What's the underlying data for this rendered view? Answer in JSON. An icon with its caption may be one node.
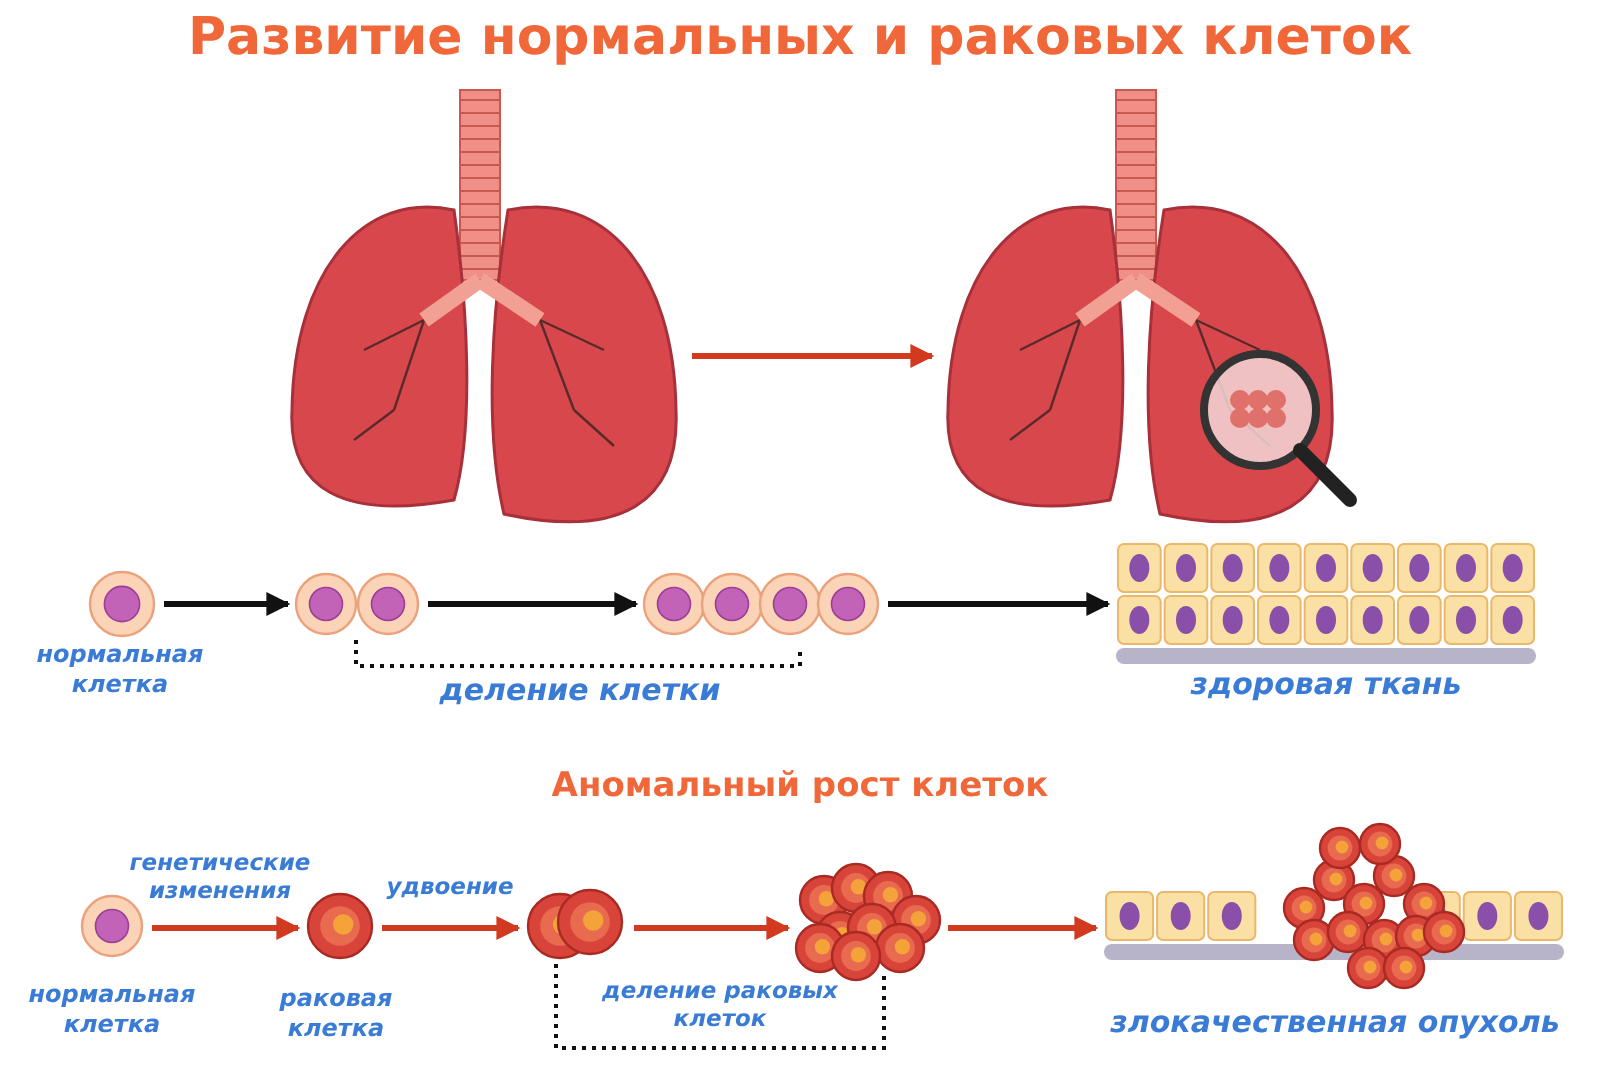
{
  "diagram": {
    "title": "Развитие нормальных и раковых клеток",
    "nodes": [
      {
        "text": [],
        "shape": "picture"
      },
      {
        "text": [],
        "shape": "picture"
      },
      {
        "text": [],
        "shape": "circle",
        "beside": [
          "нормальная клетка"
        ]
      },
      {
        "text": [],
        "shape": "picture"
      },
      {
        "text": [],
        "shape": "picture"
      },
      {
        "text": [],
        "shape": "picture",
        "beside": [
          "здоровая ткань"
        ]
      },
      {
        "text": [],
        "shape": "circle",
        "beside": [
          "нормальная клетка"
        ]
      },
      {
        "text": [],
        "shape": "circle",
        "beside": [
          "раковая клетка"
        ]
      },
      {
        "text": [],
        "shape": "picture"
      },
      {
        "text": [],
        "shape": "picture"
      },
      {
        "text": [],
        "shape": "picture",
        "beside": [
          "злокачественная опухоль"
        ]
      }
    ],
    "edges": [
      {
        "from": 0,
        "to": 1,
        "arrow": "to"
      },
      {
        "from": 2,
        "to": 3,
        "arrow": "to",
        "color": "#111111"
      },
      {
        "from": 3,
        "to": 4,
        "arrow": "to",
        "color": "#111111"
      },
      {
        "from": 4,
        "to": 5,
        "arrow": "to",
        "color": "#111111"
      },
      {
        "from": 6,
        "to": 7,
        "arrow": "to",
        "label": "генетические изменения"
      },
      {
        "from": 7,
        "to": 8,
        "arrow": "to",
        "label": "удвоение"
      },
      {
        "from": 8,
        "to": 9,
        "arrow": "to"
      },
      {
        "from": 9,
        "to": 10,
        "arrow": "to"
      }
    ],
    "labels": [
      "деление клетки",
      "Аномальный рост клеток",
      "деление раковых клеток"
    ]
  }
}
